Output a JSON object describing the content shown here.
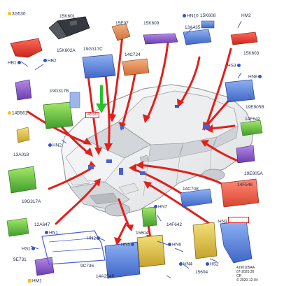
{
  "labels": {
    "l_3g530": "3G530",
    "l_15k601": "15K601",
    "l_15e07": "15E07",
    "l_15k609": "15K609",
    "l_hn10": "HN10",
    "l_15k608": "15K608",
    "l_hm2": "HM2",
    "l_13a435": "13A435",
    "l_15k602a": "15K602A",
    "l_15k603": "15K603",
    "l_19g317c": "19G317C",
    "l_14c724": "14C724",
    "l_hb1": "HB1",
    "l_hb2": "HB2",
    "l_hs3": "HS3",
    "l_hn8": "HN8",
    "l_19g317b": "19G317B",
    "l_14b561": "14B561",
    "l_4550": "4550",
    "l_hn2a": "HN2",
    "l_19e905b": "19E905B",
    "l_14f642a": "14F642",
    "l_13a018": "13A018",
    "l_19e905a": "19E905A",
    "l_19g317a": "19G317A",
    "l_14c708": "14C708",
    "l_14f548": "14F548",
    "l_hn7": "HN7",
    "l_12a647": "12A647",
    "l_14f642b": "14F642",
    "l_hn3": "HN3",
    "l_boxed": "",
    "l_hn1": "HN1",
    "l_hn2b": "HN2",
    "l_15604a": "15604",
    "l_hs1": "HS1",
    "l_hn5": "HN5",
    "l_hn6": "HN6",
    "l_9e731": "9E731",
    "l_9c736": "9C736",
    "l_hn4": "HN4",
    "l_15604b": "15604",
    "l_hs2": "HS2",
    "l_14a254b": "14A254B",
    "l_hm1": "HM1"
  },
  "code": {
    "line1": "4190105AA",
    "line2": "07-2020 30",
    "line3": "CR",
    "line4": "© 2020-12-04"
  },
  "colors": {
    "label": "#1f2b4d",
    "arrow": "#e0201b",
    "green_arrow": "#26c22a",
    "dot_red": "#d8232a",
    "dot_blue": "#2f55c7",
    "dot_yellow": "#f1c40f",
    "car_line": "#9aa0a6",
    "car_fill": "#f4f4f4",
    "connector": "#4a5fd0"
  }
}
